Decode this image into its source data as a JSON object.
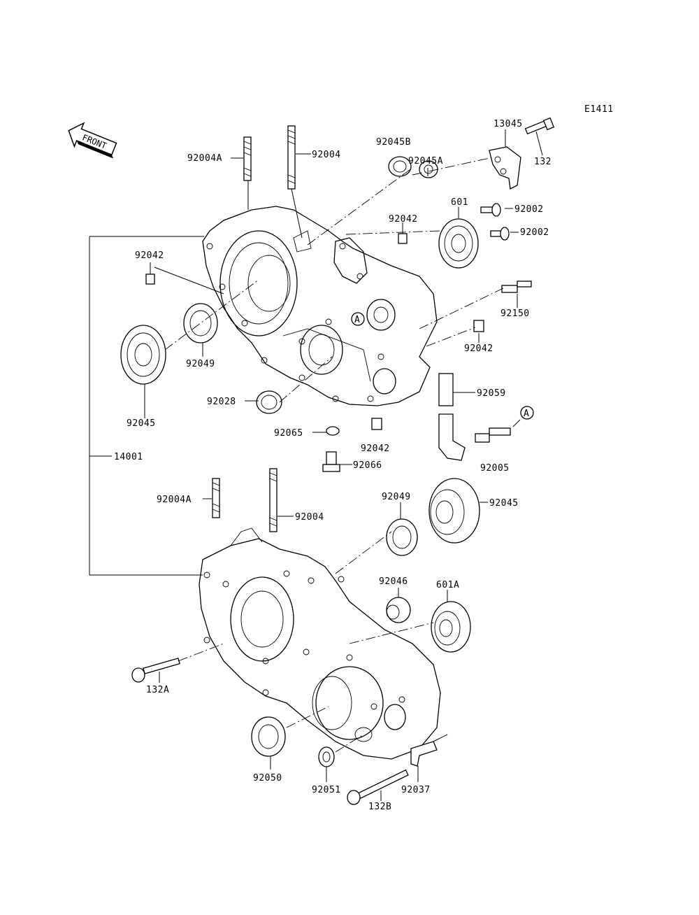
{
  "diagram_code": "E1411",
  "front_label": "FRONT",
  "callouts": {
    "ref_a": "A",
    "ref_a2": "A"
  },
  "labels": {
    "l_13045": "13045",
    "l_132": "132",
    "l_92004A_top": "92004A",
    "l_92004_top": "92004",
    "l_92045B": "92045B",
    "l_92045A": "92045A",
    "l_601": "601",
    "l_92002_a": "92002",
    "l_92002_b": "92002",
    "l_92042_a": "92042",
    "l_92042_b": "92042",
    "l_92042_c": "92042",
    "l_92042_d": "92042",
    "l_92150": "92150",
    "l_92049_top": "92049",
    "l_92045_top": "92045",
    "l_92028": "92028",
    "l_92065": "92065",
    "l_92066": "92066",
    "l_92059": "92059",
    "l_92005": "92005",
    "l_14001": "14001",
    "l_92004A_bot": "92004A",
    "l_92004_bot": "92004",
    "l_92049_bot": "92049",
    "l_92045_bot": "92045",
    "l_92046": "92046",
    "l_601A": "601A",
    "l_132A": "132A",
    "l_92050": "92050",
    "l_92051": "92051",
    "l_92037": "92037",
    "l_132B": "132B"
  }
}
